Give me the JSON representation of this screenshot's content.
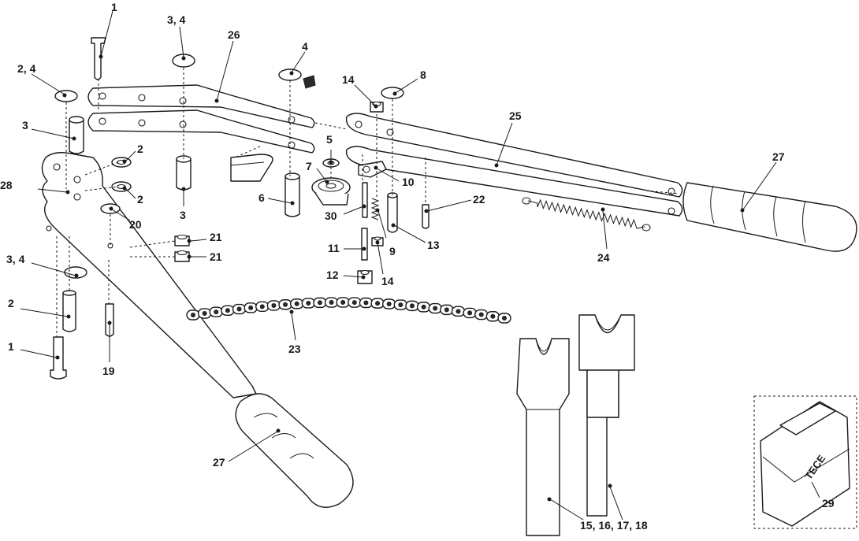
{
  "labels": {
    "l1a": "1",
    "l34a": "3, 4",
    "l26": "26",
    "l4": "4",
    "l24a": "2, 4",
    "l3a": "3",
    "l2a": "2",
    "l2b": "2",
    "l28": "28",
    "l3b": "3",
    "l20": "20",
    "l21a": "21",
    "l21b": "21",
    "l34b": "3, 4",
    "l2c": "2",
    "l1b": "1",
    "l19": "19",
    "l14a": "14",
    "l8": "8",
    "l5": "5",
    "l6": "6",
    "l7": "7",
    "l10": "10",
    "l25": "25",
    "l27a": "27",
    "l22": "22",
    "l30": "30",
    "l9": "9",
    "l13": "13",
    "l11": "11",
    "l12": "12",
    "l14b": "14",
    "l24": "24",
    "l23": "23",
    "l27b": "27",
    "l15": "15, 16, 17, 18",
    "l29": "29"
  },
  "case_brand": "TECE"
}
